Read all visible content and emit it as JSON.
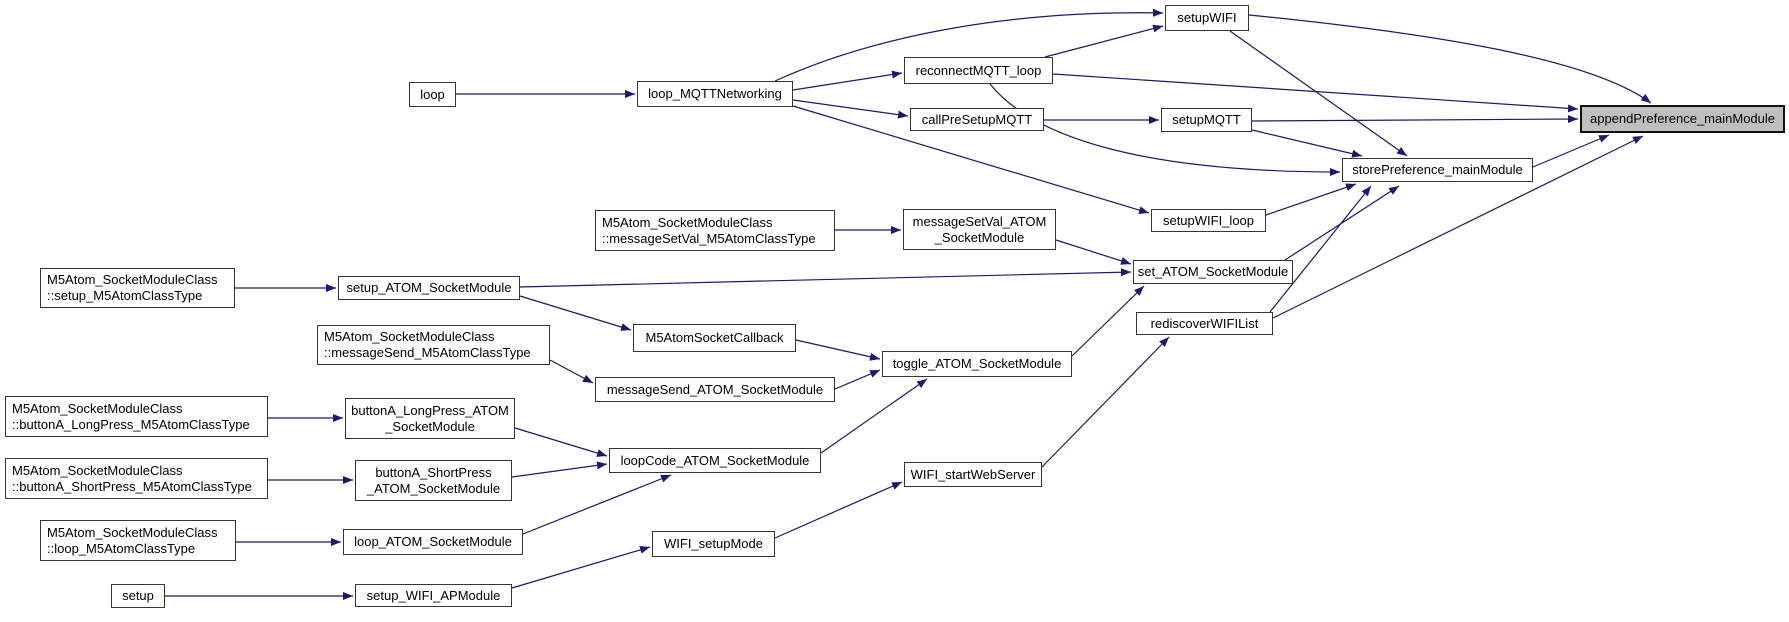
{
  "diagram": {
    "kind": "doxygen-call-graph",
    "background_color": "#ffffff",
    "edge_color": "#191970",
    "node_border_color": "#35352f",
    "highlight_fill_color": "#bfbfbf",
    "highlighted_node": "appendPreference_mainModule",
    "nodes": [
      {
        "id": "loop",
        "label": "loop",
        "highlighted": false
      },
      {
        "id": "loop_MQTTNetworking",
        "label": "loop_MQTTNetworking",
        "highlighted": false
      },
      {
        "id": "reconnectMQTT_loop",
        "label": "reconnectMQTT_loop",
        "highlighted": false
      },
      {
        "id": "callPreSetupMQTT",
        "label": "callPreSetupMQTT",
        "highlighted": false
      },
      {
        "id": "setupWIFI",
        "label": "setupWIFI",
        "highlighted": false
      },
      {
        "id": "setupMQTT",
        "label": "setupMQTT",
        "highlighted": false
      },
      {
        "id": "appendPreference_mainModule",
        "label": "appendPreference_mainModule",
        "highlighted": true
      },
      {
        "id": "storePreference_mainModule",
        "label": "storePreference_mainModule",
        "highlighted": false
      },
      {
        "id": "setupWIFI_loop",
        "label": "setupWIFI_loop",
        "highlighted": false
      },
      {
        "id": "messageSetVal_M5AtomClassType",
        "label": "M5Atom_SocketModuleClass\n::messageSetVal_M5AtomClassType",
        "highlighted": false
      },
      {
        "id": "messageSetVal_ATOM_SocketModule",
        "label": "messageSetVal_ATOM\n_SocketModule",
        "highlighted": false
      },
      {
        "id": "setup_M5AtomClassType",
        "label": "M5Atom_SocketModuleClass\n::setup_M5AtomClassType",
        "highlighted": false
      },
      {
        "id": "setup_ATOM_SocketModule",
        "label": "setup_ATOM_SocketModule",
        "highlighted": false
      },
      {
        "id": "messageSend_M5AtomClassType",
        "label": "M5Atom_SocketModuleClass\n::messageSend_M5AtomClassType",
        "highlighted": false
      },
      {
        "id": "M5AtomSocketCallback",
        "label": "M5AtomSocketCallback",
        "highlighted": false
      },
      {
        "id": "toggle_ATOM_SocketModule",
        "label": "toggle_ATOM_SocketModule",
        "highlighted": false
      },
      {
        "id": "messageSend_ATOM_SocketModule",
        "label": "messageSend_ATOM_SocketModule",
        "highlighted": false
      },
      {
        "id": "set_ATOM_SocketModule",
        "label": "set_ATOM_SocketModule",
        "highlighted": false
      },
      {
        "id": "rediscoverWIFIList",
        "label": "rediscoverWIFIList",
        "highlighted": false
      },
      {
        "id": "buttonA_LongPress_M5AtomClassType",
        "label": "M5Atom_SocketModuleClass\n::buttonA_LongPress_M5AtomClassType",
        "highlighted": false
      },
      {
        "id": "buttonA_LongPress_ATOM_SocketModule",
        "label": "buttonA_LongPress_ATOM\n_SocketModule",
        "highlighted": false
      },
      {
        "id": "buttonA_ShortPress_M5AtomClassType",
        "label": "M5Atom_SocketModuleClass\n::buttonA_ShortPress_M5AtomClassType",
        "highlighted": false
      },
      {
        "id": "buttonA_ShortPress_ATOM_SocketModule",
        "label": "buttonA_ShortPress\n_ATOM_SocketModule",
        "highlighted": false
      },
      {
        "id": "loop_M5AtomClassType",
        "label": "M5Atom_SocketModuleClass\n::loop_M5AtomClassType",
        "highlighted": false
      },
      {
        "id": "loop_ATOM_SocketModule",
        "label": "loop_ATOM_SocketModule",
        "highlighted": false
      },
      {
        "id": "loopCode_ATOM_SocketModule",
        "label": "loopCode_ATOM_SocketModule",
        "highlighted": false
      },
      {
        "id": "WIFI_setupMode",
        "label": "WIFI_setupMode",
        "highlighted": false
      },
      {
        "id": "WIFI_startWebServer",
        "label": "WIFI_startWebServer",
        "highlighted": false
      },
      {
        "id": "setup",
        "label": "setup",
        "highlighted": false
      },
      {
        "id": "setup_WIFI_APModule",
        "label": "setup_WIFI_APModule",
        "highlighted": false
      }
    ],
    "edges": [
      {
        "from": "loop",
        "to": "loop_MQTTNetworking"
      },
      {
        "from": "loop_MQTTNetworking",
        "to": "setupWIFI"
      },
      {
        "from": "loop_MQTTNetworking",
        "to": "reconnectMQTT_loop"
      },
      {
        "from": "loop_MQTTNetworking",
        "to": "callPreSetupMQTT"
      },
      {
        "from": "loop_MQTTNetworking",
        "to": "setupWIFI_loop"
      },
      {
        "from": "reconnectMQTT_loop",
        "to": "setupWIFI"
      },
      {
        "from": "reconnectMQTT_loop",
        "to": "appendPreference_mainModule"
      },
      {
        "from": "reconnectMQTT_loop",
        "to": "storePreference_mainModule"
      },
      {
        "from": "callPreSetupMQTT",
        "to": "setupMQTT"
      },
      {
        "from": "setupWIFI",
        "to": "appendPreference_mainModule"
      },
      {
        "from": "setupWIFI",
        "to": "storePreference_mainModule"
      },
      {
        "from": "setupMQTT",
        "to": "appendPreference_mainModule"
      },
      {
        "from": "setupMQTT",
        "to": "storePreference_mainModule"
      },
      {
        "from": "storePreference_mainModule",
        "to": "appendPreference_mainModule"
      },
      {
        "from": "setupWIFI_loop",
        "to": "storePreference_mainModule"
      },
      {
        "from": "messageSetVal_M5AtomClassType",
        "to": "messageSetVal_ATOM_SocketModule"
      },
      {
        "from": "messageSetVal_ATOM_SocketModule",
        "to": "set_ATOM_SocketModule"
      },
      {
        "from": "setup_M5AtomClassType",
        "to": "setup_ATOM_SocketModule"
      },
      {
        "from": "setup_ATOM_SocketModule",
        "to": "set_ATOM_SocketModule"
      },
      {
        "from": "setup_ATOM_SocketModule",
        "to": "M5AtomSocketCallback"
      },
      {
        "from": "messageSend_M5AtomClassType",
        "to": "messageSend_ATOM_SocketModule"
      },
      {
        "from": "M5AtomSocketCallback",
        "to": "toggle_ATOM_SocketModule"
      },
      {
        "from": "messageSend_ATOM_SocketModule",
        "to": "toggle_ATOM_SocketModule"
      },
      {
        "from": "toggle_ATOM_SocketModule",
        "to": "set_ATOM_SocketModule"
      },
      {
        "from": "loopCode_ATOM_SocketModule",
        "to": "toggle_ATOM_SocketModule"
      },
      {
        "from": "set_ATOM_SocketModule",
        "to": "storePreference_mainModule"
      },
      {
        "from": "rediscoverWIFIList",
        "to": "storePreference_mainModule"
      },
      {
        "from": "rediscoverWIFIList",
        "to": "appendPreference_mainModule"
      },
      {
        "from": "buttonA_LongPress_M5AtomClassType",
        "to": "buttonA_LongPress_ATOM_SocketModule"
      },
      {
        "from": "buttonA_ShortPress_M5AtomClassType",
        "to": "buttonA_ShortPress_ATOM_SocketModule"
      },
      {
        "from": "loop_M5AtomClassType",
        "to": "loop_ATOM_SocketModule"
      },
      {
        "from": "buttonA_LongPress_ATOM_SocketModule",
        "to": "loopCode_ATOM_SocketModule"
      },
      {
        "from": "buttonA_ShortPress_ATOM_SocketModule",
        "to": "loopCode_ATOM_SocketModule"
      },
      {
        "from": "loop_ATOM_SocketModule",
        "to": "loopCode_ATOM_SocketModule"
      },
      {
        "from": "setup",
        "to": "setup_WIFI_APModule"
      },
      {
        "from": "setup_WIFI_APModule",
        "to": "WIFI_setupMode"
      },
      {
        "from": "WIFI_setupMode",
        "to": "WIFI_startWebServer"
      },
      {
        "from": "WIFI_startWebServer",
        "to": "rediscoverWIFIList"
      }
    ]
  }
}
